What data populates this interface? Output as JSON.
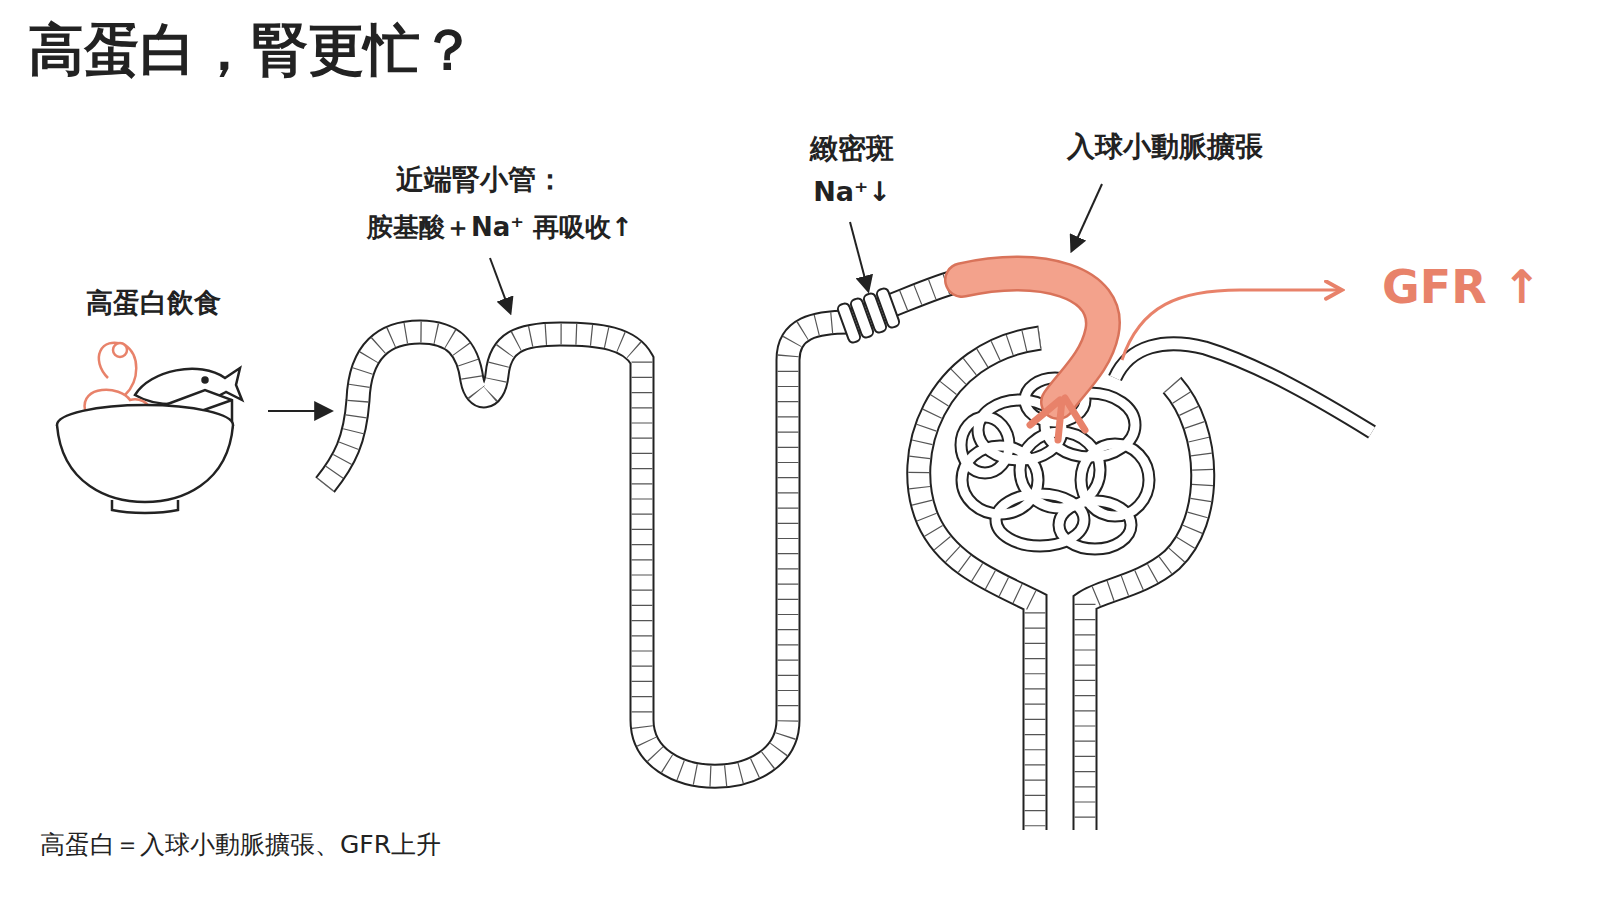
{
  "diagram": {
    "title": "高蛋白，腎更忙？",
    "caption": "高蛋白＝入球小動脈擴張、GFR上升",
    "labels": [
      "高蛋白飲食",
      "近端腎小管：",
      "胺基酸＋Na⁺ 再吸收↑",
      "緻密斑",
      "Na⁺↓",
      "入球小動脈擴張",
      "GFR ↑"
    ]
  }
}
